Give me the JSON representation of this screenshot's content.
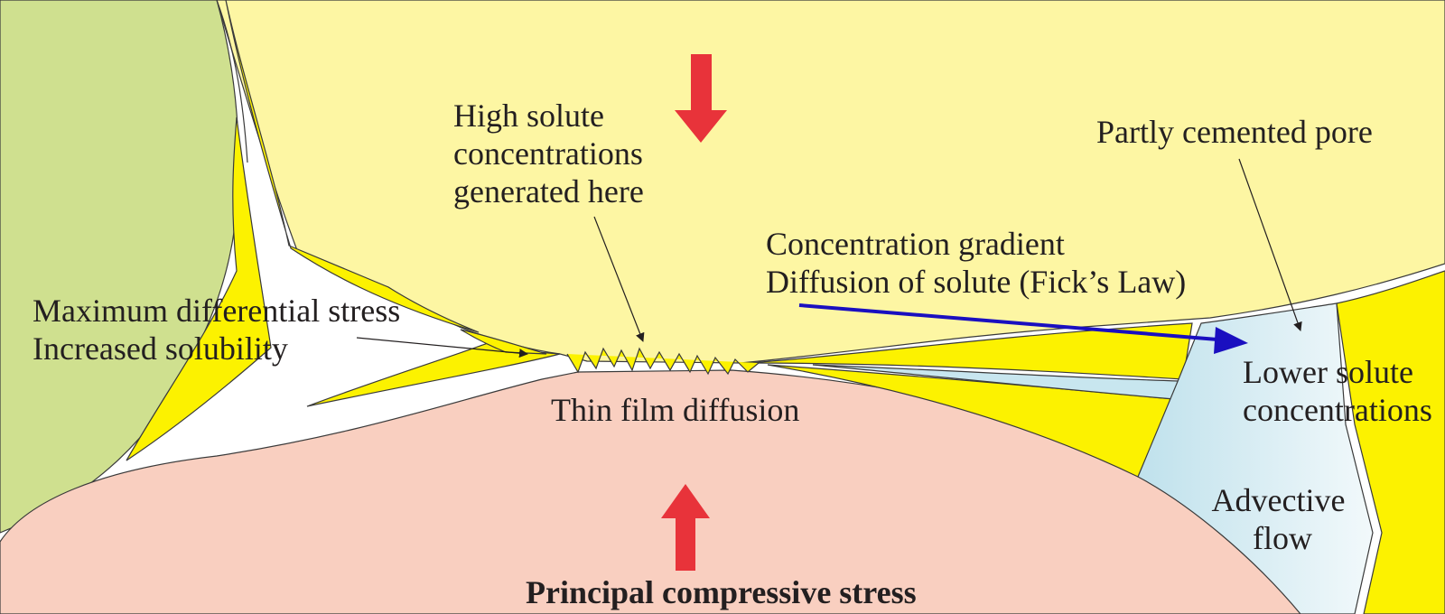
{
  "labels": {
    "high_solute": [
      "High solute",
      "concentrations",
      "generated here"
    ],
    "partly_cemented": "Partly cemented pore",
    "concentration_gradient": [
      "Concentration gradient",
      "Diffusion of solute (Fick’s Law)"
    ],
    "max_stress": [
      "Maximum differential stress",
      "Increased solubility"
    ],
    "thin_film": "Thin film diffusion",
    "lower_solute": [
      "Lower solute",
      "concentrations"
    ],
    "advective_flow": [
      "Advective",
      "flow"
    ],
    "principal_stress": "Principal compressive stress"
  },
  "colors": {
    "upper_grain": "#fdf6a3",
    "lower_grain": "#f9cfc0",
    "left_grain": "#cfe08f",
    "cement": "#fcf200",
    "pore_fluid": "#c8e6ef",
    "stress_arrow": "#e8333a",
    "gradient_arrow": "#1a0fc0",
    "outline": "#3a3a3a"
  }
}
